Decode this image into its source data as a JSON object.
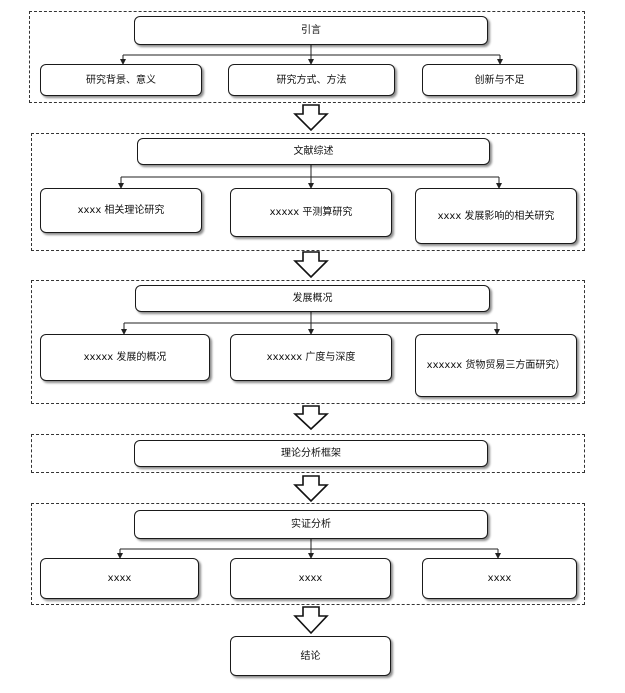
{
  "sections": [
    {
      "title": "引言",
      "items": [
        "研究背景、意义",
        "研究方式、方法",
        "创新与不足"
      ]
    },
    {
      "title": "文献综述",
      "items": [
        "xxxx 相关理论研究",
        "xxxxx 平测算研究",
        "xxxx 发展影响的相关研究"
      ]
    },
    {
      "title": "发展概况",
      "items": [
        "xxxxx 发展的概况",
        "xxxxxx 广度与深度",
        "xxxxxx 货物贸易三方面研究）"
      ]
    },
    {
      "title": "理论分析框架",
      "items": []
    },
    {
      "title": "实证分析",
      "items": [
        "xxxx",
        "xxxx",
        "xxxx"
      ]
    }
  ],
  "conclusion": "结论"
}
